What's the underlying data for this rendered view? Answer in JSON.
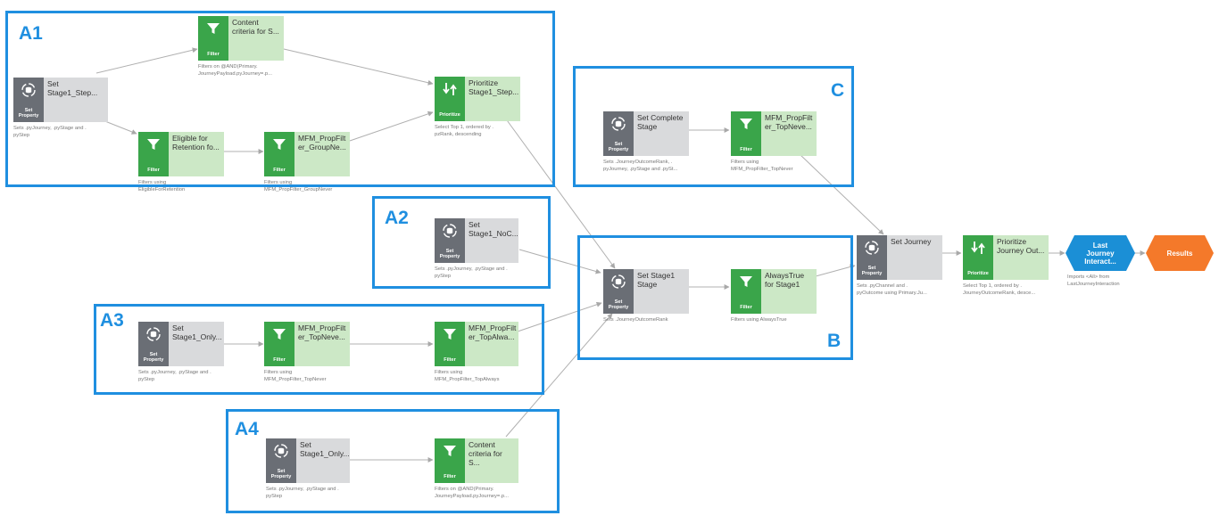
{
  "groups": [
    {
      "label": "A1"
    },
    {
      "label": "A2"
    },
    {
      "label": "A3"
    },
    {
      "label": "A4"
    },
    {
      "label": "B"
    },
    {
      "label": "C"
    }
  ],
  "nodes": {
    "a1_set": {
      "kind": "Set\nProperty",
      "title": "Set\nStage1_Step...",
      "desc": "Sets .pyJourney, .pyStage and .\npyStep"
    },
    "a1_content": {
      "kind": "Filter",
      "title": "Content\ncriteria for S...",
      "desc": "Filters on @AND(Primary.\nJourneyPayload.pyJourney=.p..."
    },
    "a1_eligible": {
      "kind": "Filter",
      "title": "Eligible for\nRetention fo...",
      "desc": "Filters using\nEligibleForRetention"
    },
    "a1_mfm": {
      "kind": "Filter",
      "title": "MFM_PropFilt\ner_GroupNe...",
      "desc": "Filters using\nMFM_PropFilter_GroupNever"
    },
    "a1_prioritize": {
      "kind": "Prioritize",
      "title": "Prioritize\nStage1_Step...",
      "desc": "Select Top 1, ordered by .\npzRank, descending"
    },
    "a2_set": {
      "kind": "Set\nProperty",
      "title": "Set\nStage1_NoC...",
      "desc": "Sets .pyJourney, .pyStage and .\npyStep"
    },
    "a3_set": {
      "kind": "Set\nProperty",
      "title": "Set\nStage1_Only...",
      "desc": "Sets .pyJourney, .pyStage and .\npyStep"
    },
    "a3_mfm_never": {
      "kind": "Filter",
      "title": "MFM_PropFilt\ner_TopNeve...",
      "desc": "Filters using\nMFM_PropFilter_TopNever"
    },
    "a3_mfm_always": {
      "kind": "Filter",
      "title": "MFM_PropFilt\ner_TopAlwa...",
      "desc": "Filters using\nMFM_PropFilter_TopAlways"
    },
    "a4_set": {
      "kind": "Set\nProperty",
      "title": "Set\nStage1_Only...",
      "desc": "Sets .pyJourney, .pyStage and .\npyStep"
    },
    "a4_content": {
      "kind": "Filter",
      "title": "Content\ncriteria for S...",
      "desc": "Filters on @AND(Primary.\nJourneyPayload.pyJourney=.p..."
    },
    "b_set": {
      "kind": "Set\nProperty",
      "title": "Set Stage1\nStage",
      "desc": "Sets .JourneyOutcomeRank"
    },
    "b_always": {
      "kind": "Filter",
      "title": "AlwaysTrue\nfor Stage1",
      "desc": "Filters using AlwaysTrue"
    },
    "c_set": {
      "kind": "Set\nProperty",
      "title": "Set Complete\nStage",
      "desc": "Sets .JourneyOutcomeRank, .\npyJourney, .pyStage and .pySt..."
    },
    "c_mfm": {
      "kind": "Filter",
      "title": "MFM_PropFilt\ner_TopNeve...",
      "desc": "Filters using\nMFM_PropFilter_TopNever"
    },
    "set_journey": {
      "kind": "Set\nProperty",
      "title": "Set Journey",
      "desc": "Sets .pyChannel and .\npyOutcome using Primary.Ju..."
    },
    "prioritize_out": {
      "kind": "Prioritize",
      "title": "Prioritize\nJourney Out...",
      "desc": "Select Top 1, ordered by .\nJourneyOutcomeRank, desce..."
    }
  },
  "last_journey": {
    "label": "Last\nJourney\nInteract...",
    "desc": "Imports <All> from\nLastJourneyInteraction"
  },
  "results": {
    "label": "Results"
  },
  "colors": {
    "box": "#1f8fe0",
    "set_tile": "#6a6e75",
    "filter_tile": "#3aa54a",
    "import": "#1b8fd6",
    "results": "#f4792a",
    "edge": "#b0b0b0"
  }
}
